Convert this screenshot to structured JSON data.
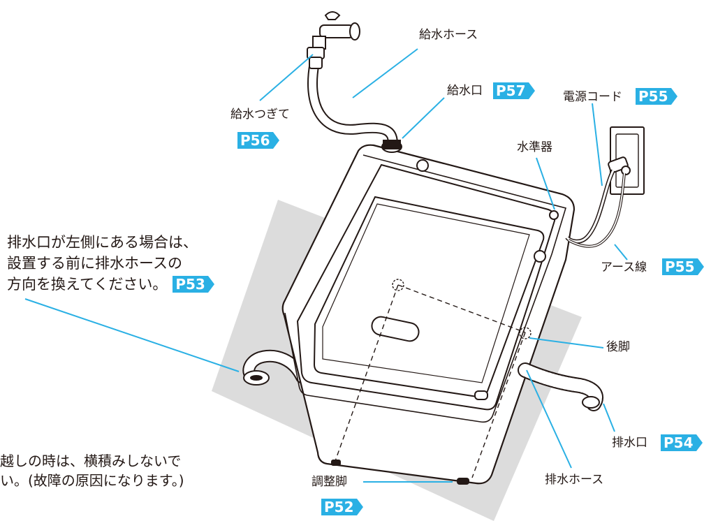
{
  "colors": {
    "accent": "#2ab0e4",
    "line": "#231815",
    "floor": "#dcdcdc"
  },
  "labels": {
    "hose": "給水ホース",
    "connector": "給水つぎて",
    "inlet": "給水口",
    "cord": "電源コード",
    "level": "水準器",
    "ground": "アース線",
    "rear_foot": "後脚",
    "drain": "排水口",
    "drain_hose": "排水ホース",
    "foot": "調整脚"
  },
  "refs": {
    "inlet": "P57",
    "cord": "P55",
    "connector": "P56",
    "ground": "P55",
    "note": "P53",
    "drain": "P54",
    "foot": "P52"
  },
  "note": {
    "line1": "排水口が左側にある場合は、",
    "line2": "設置する前に排水ホースの",
    "line3": "方向を換えてください。"
  },
  "bottom_note": {
    "line1": "越しの時は、横積みしないで",
    "line2": "い。(故障の原因になります。)"
  }
}
